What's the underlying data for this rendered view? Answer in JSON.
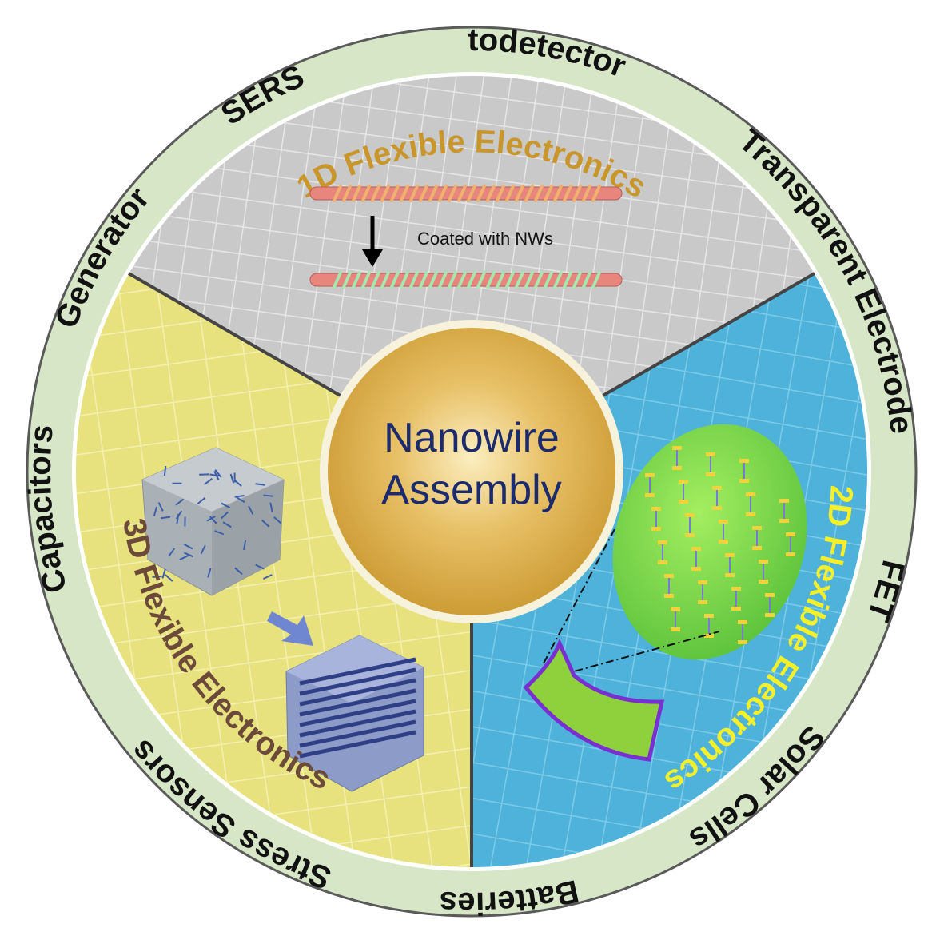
{
  "center": {
    "line1": "Nanowire",
    "line2": "Assembly"
  },
  "ring_labels": [
    "Photodetector",
    "Transparent Electrode",
    "FET",
    "Solar Cells",
    "Batteries",
    "Stress Sensors",
    "Capacitors",
    "Generator",
    "SERS"
  ],
  "sectors": {
    "one_d": {
      "title": "1D Flexible Electronics",
      "caption": "Coated with NWs"
    },
    "two_d": {
      "title": "2D Flexible Electronics"
    },
    "three_d": {
      "title": "3D Flexible Electronics"
    }
  },
  "colors": {
    "ring": "#d7e6c6",
    "one_d_bg": "#c9c9c9",
    "two_d_bg": "#4fb2da",
    "three_d_bg": "#e7e27e",
    "one_d_title": "#c9962c",
    "two_d_title": "#f5f02a",
    "three_d_title": "#6b4a3a",
    "center_text": "#1c2b6e"
  }
}
